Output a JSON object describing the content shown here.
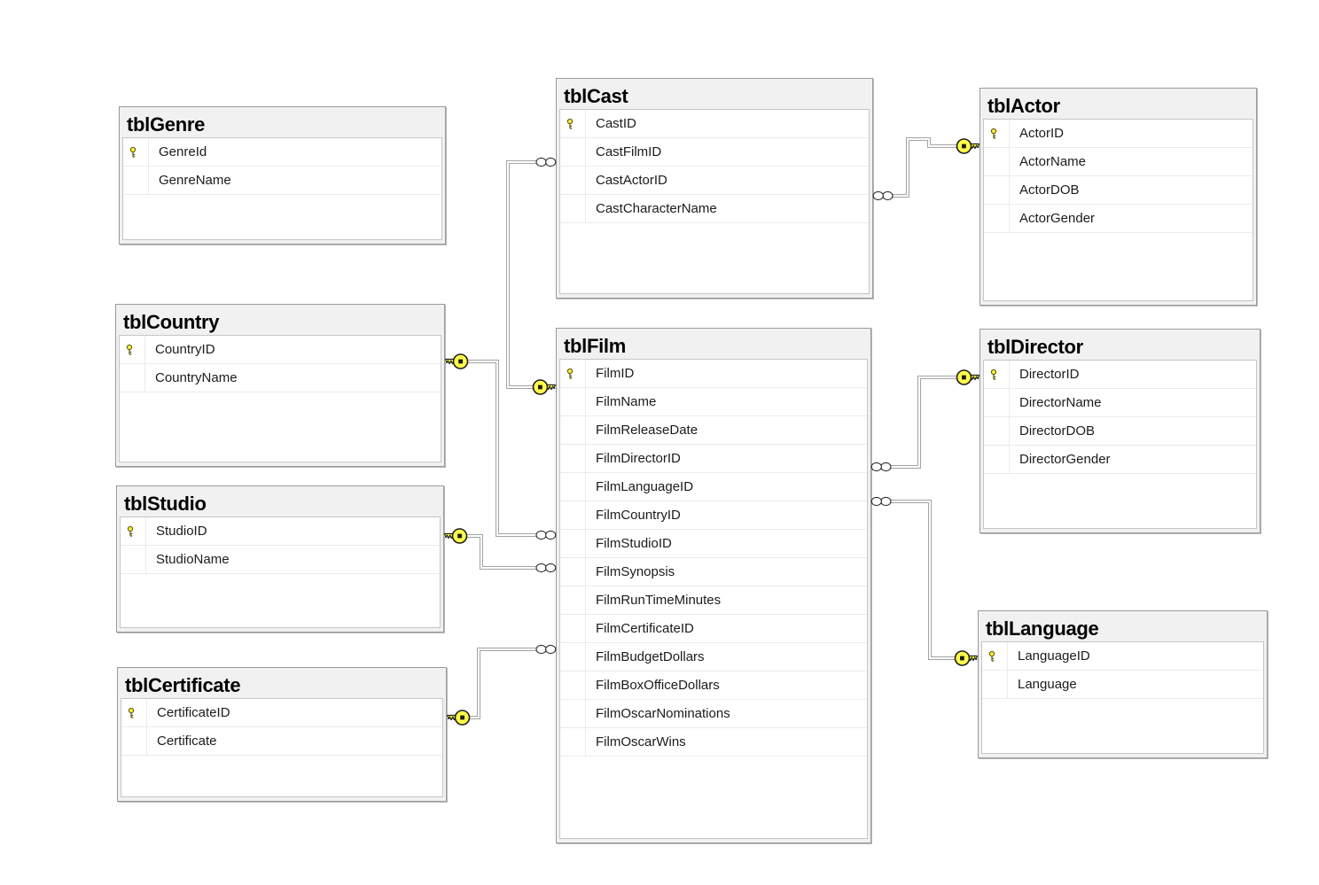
{
  "diagram": {
    "tables": [
      {
        "title": "tblGenre",
        "fields": [
          {
            "name": "GenreId",
            "pk": true
          },
          {
            "name": "GenreName",
            "pk": false
          }
        ]
      },
      {
        "title": "tblCountry",
        "fields": [
          {
            "name": "CountryID",
            "pk": true
          },
          {
            "name": "CountryName",
            "pk": false
          }
        ]
      },
      {
        "title": "tblStudio",
        "fields": [
          {
            "name": "StudioID",
            "pk": true
          },
          {
            "name": "StudioName",
            "pk": false
          }
        ]
      },
      {
        "title": "tblCertificate",
        "fields": [
          {
            "name": "CertificateID",
            "pk": true
          },
          {
            "name": "Certificate",
            "pk": false
          }
        ]
      },
      {
        "title": "tblCast",
        "fields": [
          {
            "name": "CastID",
            "pk": true
          },
          {
            "name": "CastFilmID",
            "pk": false
          },
          {
            "name": "CastActorID",
            "pk": false
          },
          {
            "name": "CastCharacterName",
            "pk": false
          }
        ]
      },
      {
        "title": "tblFilm",
        "fields": [
          {
            "name": "FilmID",
            "pk": true
          },
          {
            "name": "FilmName",
            "pk": false
          },
          {
            "name": "FilmReleaseDate",
            "pk": false
          },
          {
            "name": "FilmDirectorID",
            "pk": false
          },
          {
            "name": "FilmLanguageID",
            "pk": false
          },
          {
            "name": "FilmCountryID",
            "pk": false
          },
          {
            "name": "FilmStudioID",
            "pk": false
          },
          {
            "name": "FilmSynopsis",
            "pk": false
          },
          {
            "name": "FilmRunTimeMinutes",
            "pk": false
          },
          {
            "name": "FilmCertificateID",
            "pk": false
          },
          {
            "name": "FilmBudgetDollars",
            "pk": false
          },
          {
            "name": "FilmBoxOfficeDollars",
            "pk": false
          },
          {
            "name": "FilmOscarNominations",
            "pk": false
          },
          {
            "name": "FilmOscarWins",
            "pk": false
          }
        ]
      },
      {
        "title": "tblActor",
        "fields": [
          {
            "name": "ActorID",
            "pk": true
          },
          {
            "name": "ActorName",
            "pk": false
          },
          {
            "name": "ActorDOB",
            "pk": false
          },
          {
            "name": "ActorGender",
            "pk": false
          }
        ]
      },
      {
        "title": "tblDirector",
        "fields": [
          {
            "name": "DirectorID",
            "pk": true
          },
          {
            "name": "DirectorName",
            "pk": false
          },
          {
            "name": "DirectorDOB",
            "pk": false
          },
          {
            "name": "DirectorGender",
            "pk": false
          }
        ]
      },
      {
        "title": "tblLanguage",
        "fields": [
          {
            "name": "LanguageID",
            "pk": true
          },
          {
            "name": "Language",
            "pk": false
          }
        ]
      }
    ],
    "relationships": [
      {
        "one_end": "tblFilm",
        "many_end": "tblCast",
        "one_marker": "key",
        "many_marker": "infinity"
      },
      {
        "one_end": "tblActor",
        "many_end": "tblCast",
        "one_marker": "key",
        "many_marker": "infinity"
      },
      {
        "one_end": "tblCountry",
        "many_end": "tblFilm",
        "one_marker": "key",
        "many_marker": "infinity"
      },
      {
        "one_end": "tblStudio",
        "many_end": "tblFilm",
        "one_marker": "key",
        "many_marker": "infinity"
      },
      {
        "one_end": "tblCertificate",
        "many_end": "tblFilm",
        "one_marker": "key",
        "many_marker": "infinity"
      },
      {
        "one_end": "tblDirector",
        "many_end": "tblFilm",
        "one_marker": "key",
        "many_marker": "infinity"
      },
      {
        "one_end": "tblLanguage",
        "many_end": "tblFilm",
        "one_marker": "key",
        "many_marker": "infinity"
      }
    ],
    "colors": {
      "key_fill": "#ffff4a",
      "key_outline": "#1c1c1c",
      "wire": "#a3a3a3",
      "table_header_bg": "#f1f1f1",
      "table_border": "#9a9a9a",
      "canvas_bg": "#ffffff"
    }
  }
}
